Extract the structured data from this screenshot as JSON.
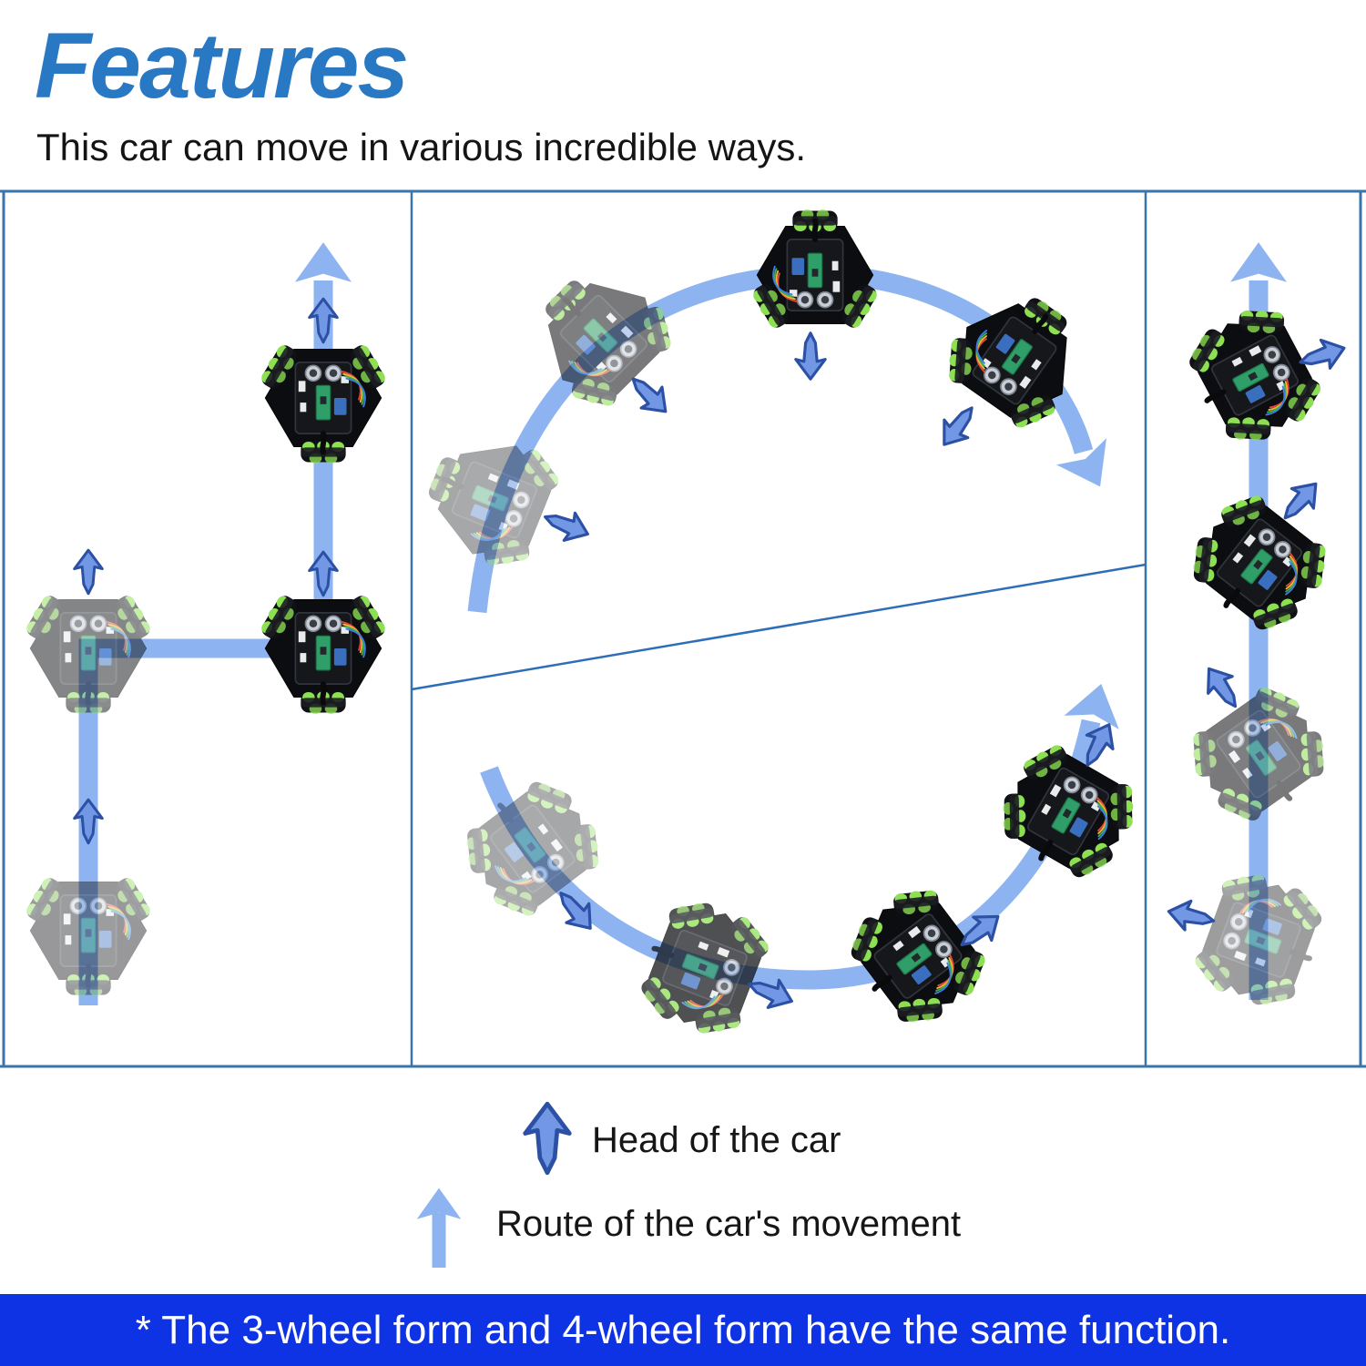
{
  "header": {
    "title": "Features",
    "subtitle": "This car can move in various incredible ways."
  },
  "legend": {
    "items": [
      {
        "icon": "head-arrow-icon",
        "label": "Head of the car"
      },
      {
        "icon": "route-arrow-icon",
        "label": "Route of the car's movement"
      }
    ]
  },
  "footnote": {
    "text": "* The 3-wheel form and 4-wheel form have the same function."
  },
  "icons": {
    "robot_car_3wheel": "hexagonal robot car, 3 omni wheels",
    "robot_car_4wheel": "hexagonal robot car, 4 omni wheels",
    "head_arrow": "small dark-blue dart arrow showing car heading",
    "route_arrow": "thick light-blue arrow showing movement route"
  },
  "colors": {
    "title_blue": "#2878c4",
    "text_dark": "#141414",
    "panel_border": "#3a74ad",
    "divider_blue": "#2e6eb8",
    "route_blue": "#8db4f0",
    "head_arrow_fill": "#7297e4",
    "head_arrow_stroke": "#2b50a4",
    "banner_bg": "#0d33e5",
    "banner_text": "#ffffff",
    "chassis_black": "#0c0d10",
    "wheel_green": "#8ce052",
    "pcb_green": "#2f9e68"
  }
}
